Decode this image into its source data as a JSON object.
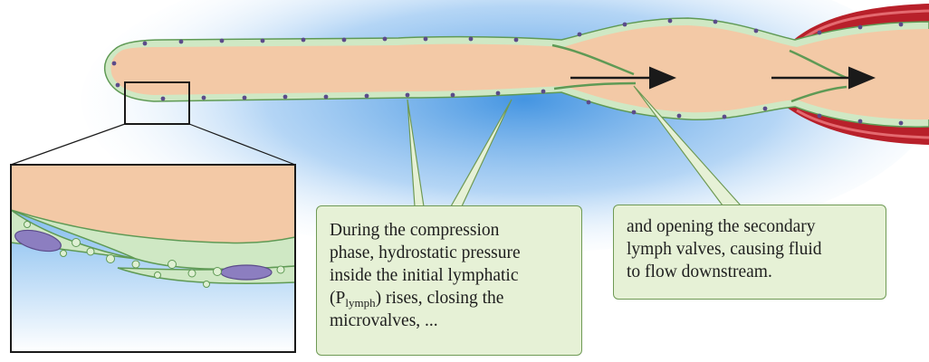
{
  "callouts": {
    "compression": {
      "line1": "During the compression",
      "line2": "phase, hydrostatic pressure",
      "line3": "inside the initial lymphatic",
      "line4_open": "(P",
      "line4_sub": "lymph",
      "line4_rest": ") rises,  closing the",
      "line5": "microvalves, ..."
    },
    "opening": {
      "line1": "and opening the secondary",
      "line2": "lymph valves, causing fluid",
      "line3": "to flow downstream."
    }
  },
  "colors": {
    "interstitial_blue": "#3a8fe0",
    "lymph_fluid": "#f3c9a6",
    "endothelium": "#cfe8c4",
    "endothelium_outline": "#5f9a55",
    "nucleus": "#8c7ec0",
    "muscle_red": "#b8202a",
    "callout_fill": "#e6f1d6",
    "callout_border": "#6f9a55"
  },
  "icons": [
    "flow-arrow-icon",
    "flow-arrow-icon"
  ]
}
